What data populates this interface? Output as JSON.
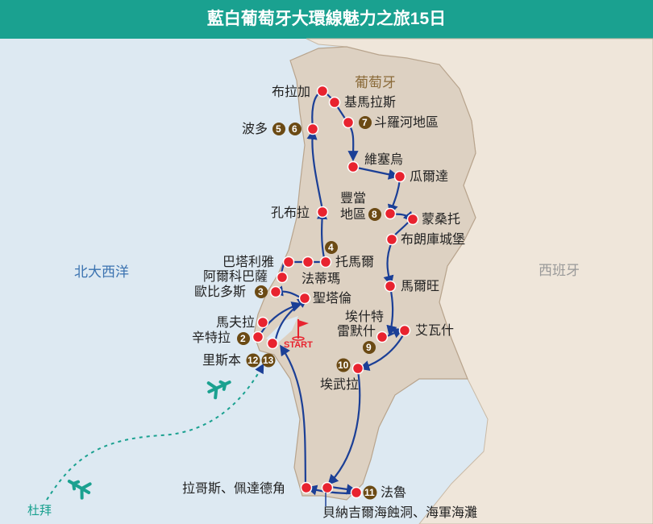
{
  "title": "藍白葡萄牙大環線魅力之旅15日",
  "regions": {
    "portugal": "葡萄牙",
    "spain": "西班牙",
    "ocean": "北大西洋"
  },
  "start_label": "START",
  "dubai": "杜拜",
  "places": {
    "braga": "布拉加",
    "guimaraes": "基馬拉斯",
    "douro": "斗羅河地區",
    "porto": "波多",
    "viseu": "維塞烏",
    "guarda": "瓜爾達",
    "coimbra": "孔布拉",
    "bussaco": "豐當",
    "bussaco2": "地區",
    "monsanto": "蒙桑托",
    "belmonte": "布朗庫城堡",
    "tomar": "托馬爾",
    "batalha": "巴塔利雅",
    "fatima": "法蒂瑪",
    "alcobaca": "阿爾科巴薩",
    "obidos": "歐比多斯",
    "santarem": "聖塔倫",
    "marvao": "馬爾旺",
    "estremoz": "埃什特",
    "estremoz2": "雷默什",
    "elvas": "艾瓦什",
    "mafra": "馬夫拉",
    "sintra": "辛特拉",
    "lisbon": "里斯本",
    "evora": "埃武拉",
    "lagos": "拉哥斯、佩達德角",
    "faro": "法魯",
    "benagil": "貝納吉爾海蝕洞、海軍海灘"
  },
  "days": {
    "porto_a": "5",
    "porto_b": "6",
    "douro": "7",
    "bussaco": "8",
    "tomar": "4",
    "obidos": "3",
    "sintra": "2",
    "lisbon_a": "12",
    "lisbon_b": "13",
    "estremoz": "9",
    "evora": "10",
    "faro": "11"
  },
  "colors": {
    "teal": "#1aa190",
    "sea": "#dde9f2",
    "land": "#efe6da",
    "portugal": "#ddd1c2",
    "route": "#1b3f96",
    "dot": "#e8232f",
    "badge": "#6b4a14",
    "flight": "#1aa190"
  }
}
